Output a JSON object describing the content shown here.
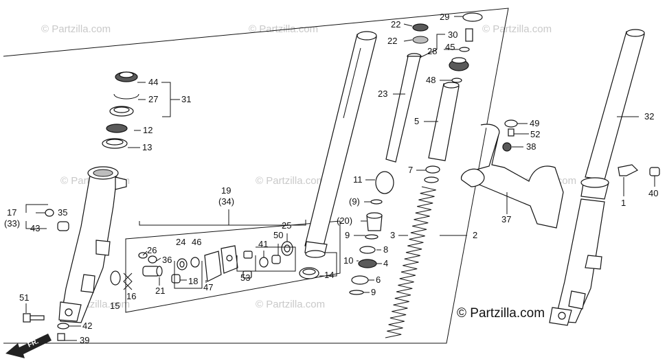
{
  "watermark": {
    "text": "© Partzilla.com",
    "brand": "© Partzilla.com"
  },
  "direction_label": "FR.",
  "callouts": {
    "c1": "1",
    "c2": "2",
    "c3": "3",
    "c4": "4",
    "c5": "5",
    "c6": "6",
    "c7": "7",
    "c8": "8",
    "c9a": "9",
    "c9b": "(9)",
    "c9c": "9",
    "c10": "10",
    "c11": "11",
    "c12": "12",
    "c13": "13",
    "c14": "14",
    "c15": "15",
    "c16": "16",
    "c17": "17",
    "c18": "18",
    "c19": "19",
    "c20": "(20)",
    "c21": "21",
    "c22a": "22",
    "c22b": "22",
    "c23": "23",
    "c24": "24",
    "c25": "25",
    "c26": "26",
    "c27": "27",
    "c28": "28",
    "c29": "29",
    "c30": "30",
    "c31": "31",
    "c32": "32",
    "c33": "(33)",
    "c34": "(34)",
    "c35": "35",
    "c36": "36",
    "c37": "37",
    "c38": "38",
    "c39": "39",
    "c40": "40",
    "c41": "41",
    "c42": "42",
    "c43": "43",
    "c44": "44",
    "c45": "45",
    "c46": "46",
    "c47": "47",
    "c48": "48",
    "c49": "49",
    "c50": "50",
    "c51": "51",
    "c52": "52",
    "c53": "53"
  }
}
